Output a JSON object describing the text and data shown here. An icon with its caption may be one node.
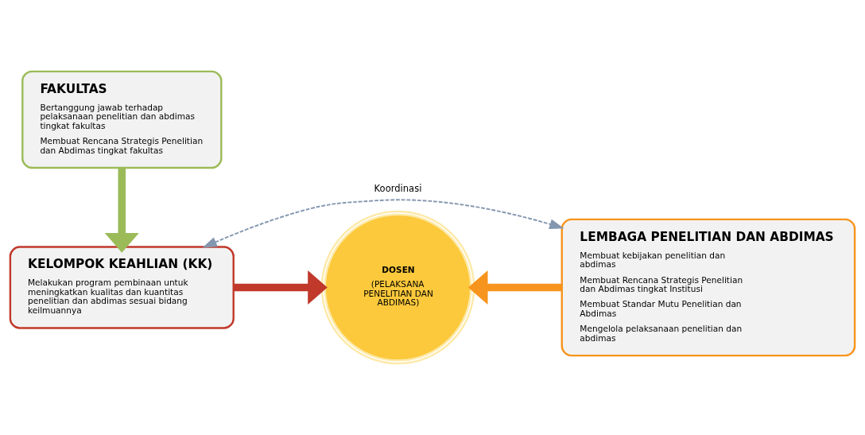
{
  "diagram": {
    "nodes": [
      {
        "text": [
          "FAKULTAS",
          "Bertanggung jawab terhadap pelaksanaan penelitian dan abdimas tingkat fakultas",
          "Membuat Rencana Strategis Penelitian dan Abdimas tingkat fakultas"
        ]
      },
      {
        "text": [
          "DOSEN",
          "(PELAKSANA PENELITIAN DAN ABDIMAS)"
        ]
      },
      {
        "text": [
          "LEMBAGA PENELITIAN DAN ABDIMAS",
          "Membuat kebijakan penelitian dan abdimas",
          "Membuat Rencana Strategis Penelitian dan Abdimas tingkat Institusi",
          "Membuat Standar Mutu Penelitian dan Abdimas",
          "Mengelola pelaksanaan penelitian dan abdimas"
        ]
      },
      {
        "text": [
          "KELOMPOK KEAHLIAN (KK)",
          "Melakukan program pembinaan untuk meningkatkan kualitas dan kuantitas penelitian dan abdimas sesuai bidang keilmuannya"
        ]
      }
    ],
    "edges": [
      {
        "from": 0,
        "to": 3,
        "arrow": "to",
        "color": "#9bbb59"
      },
      {
        "from": 3,
        "to": 1,
        "arrow": "to",
        "color": "#c0392b"
      },
      {
        "from": 2,
        "to": 1,
        "arrow": "to",
        "color": "#f7941d"
      },
      {
        "from": 3,
        "to": 2,
        "arrow": "both",
        "style": "dashed",
        "label": "Koordinasi"
      }
    ]
  }
}
